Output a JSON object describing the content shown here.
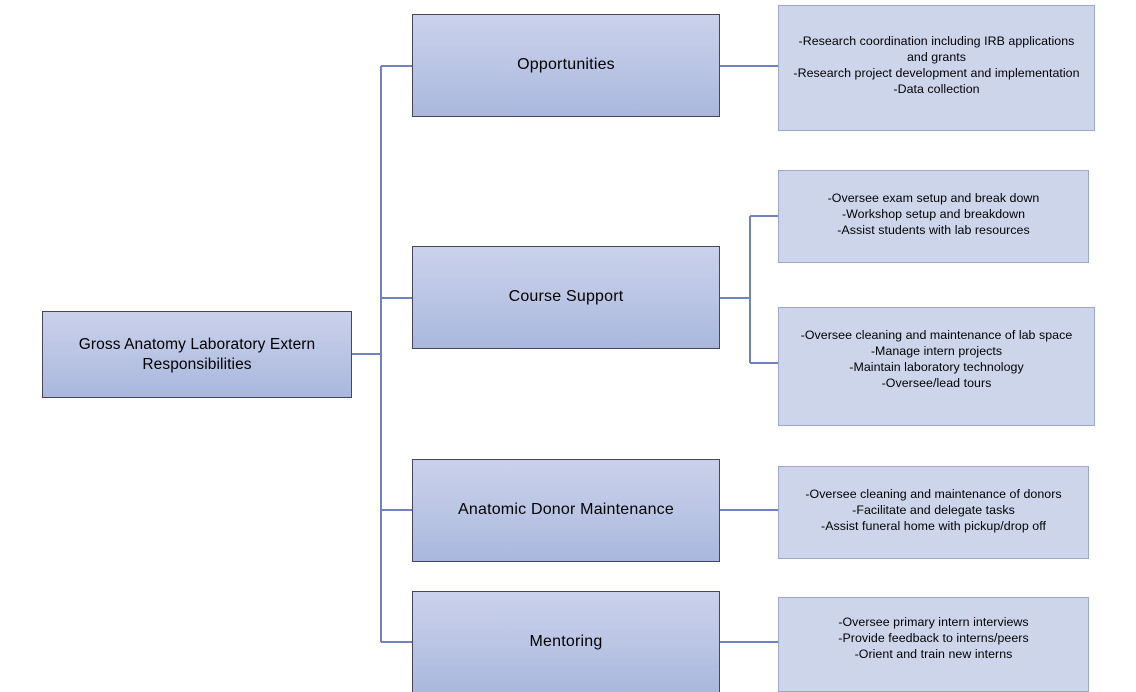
{
  "diagram": {
    "type": "org-chart",
    "title": "Gross Anatomy Laboratory Extern Responsibilities",
    "colors": {
      "node_fill_top": "#c9d1ea",
      "node_fill_bottom": "#a9b7de",
      "node_border": "#474562",
      "detail_fill": "#ccd5ea",
      "detail_border": "#9aa9cd",
      "connector": "#6e82c4",
      "background": "#ffffff",
      "text": "#000000"
    },
    "root": {
      "label_lines": [
        "Gross Anatomy Laboratory Extern",
        "Responsibilities"
      ]
    },
    "branches": [
      {
        "label": "Opportunities",
        "details": [
          {
            "lines": [
              "-Research coordination including IRB applications and grants",
              "-Research project development and implementation",
              "-Data collection"
            ]
          }
        ]
      },
      {
        "label": "Course Support",
        "details": [
          {
            "lines": [
              "-Oversee exam setup and break down",
              "-Workshop setup and breakdown",
              "-Assist students with lab resources"
            ]
          },
          {
            "lines": [
              "-Oversee cleaning and maintenance of lab space",
              "-Manage intern projects",
              "-Maintain laboratory technology",
              "-Oversee/lead tours"
            ]
          }
        ]
      },
      {
        "label": "Anatomic Donor Maintenance",
        "details": [
          {
            "lines": [
              "-Oversee cleaning and maintenance of donors",
              "-Facilitate and delegate tasks",
              "-Assist funeral home with pickup/drop off"
            ]
          }
        ]
      },
      {
        "label": "Mentoring",
        "details": [
          {
            "lines": [
              "-Oversee primary intern interviews",
              "-Provide feedback to interns/peers",
              "-Orient and train new interns"
            ]
          }
        ]
      }
    ]
  }
}
